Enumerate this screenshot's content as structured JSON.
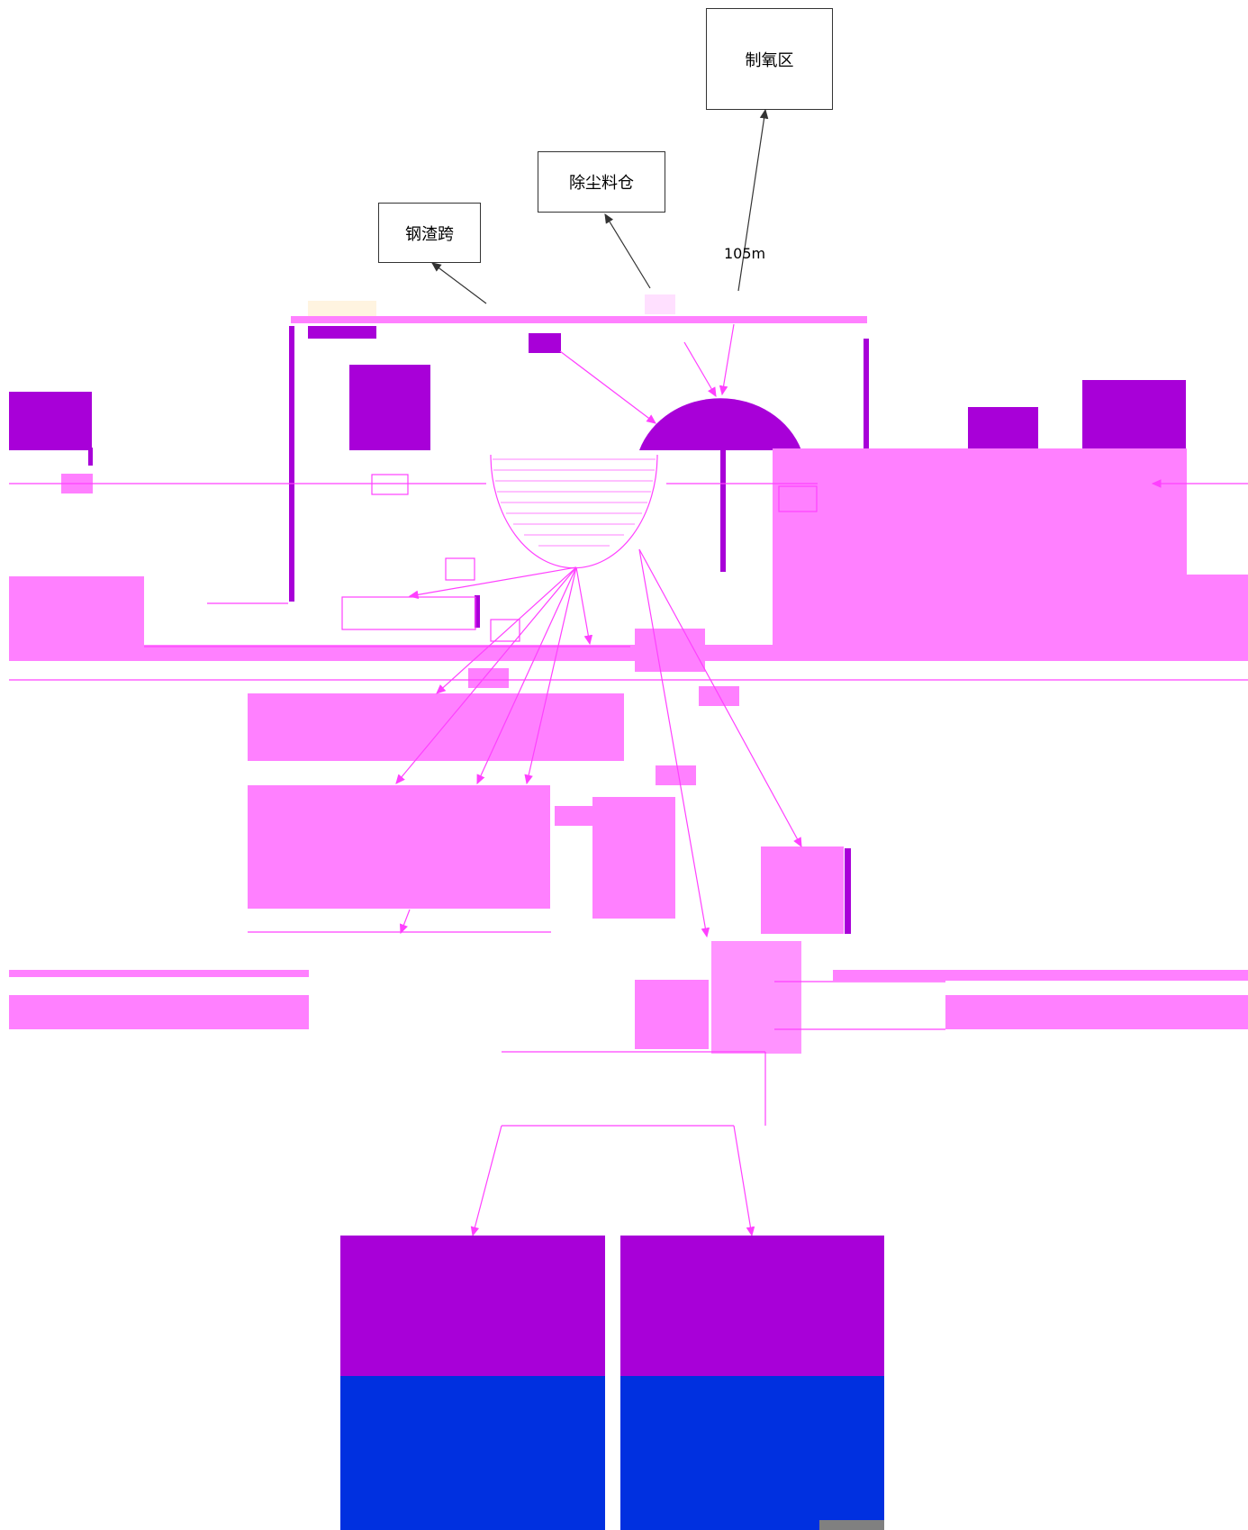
{
  "labels": {
    "oxygen_zone": "制氧区",
    "dust_silo": "除尘料仓",
    "slag_bay": "钢渣跨",
    "distance": "105m"
  },
  "colors": {
    "purple": "#a800d8",
    "magenta": "#ff80ff",
    "blue": "#0030e0",
    "line_dark": "#333333"
  }
}
